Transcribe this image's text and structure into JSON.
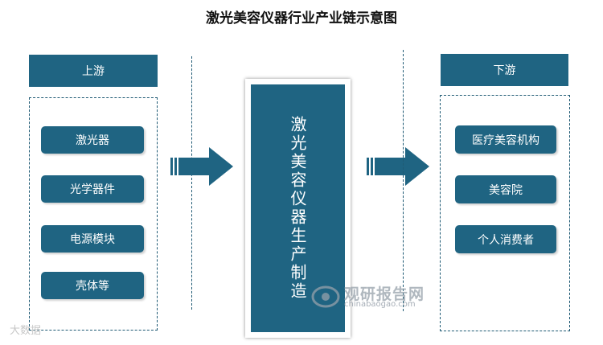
{
  "title": "激光美容仪器行业产业链示意图",
  "upstream": {
    "label": "上游",
    "items": [
      "激光器",
      "光学器件",
      "电源模块",
      "壳体等"
    ]
  },
  "center": {
    "label": "激光美容仪器生产制造"
  },
  "downstream": {
    "label": "下游",
    "items": [
      "医疗美容机构",
      "美容院",
      "个人消费者"
    ]
  },
  "watermark": {
    "cn": "观研报告网",
    "en": "chinabaogao.com",
    "corner": "大数据"
  },
  "colors": {
    "primary": "#1f6482",
    "dashed_border": "#1f5a74"
  }
}
